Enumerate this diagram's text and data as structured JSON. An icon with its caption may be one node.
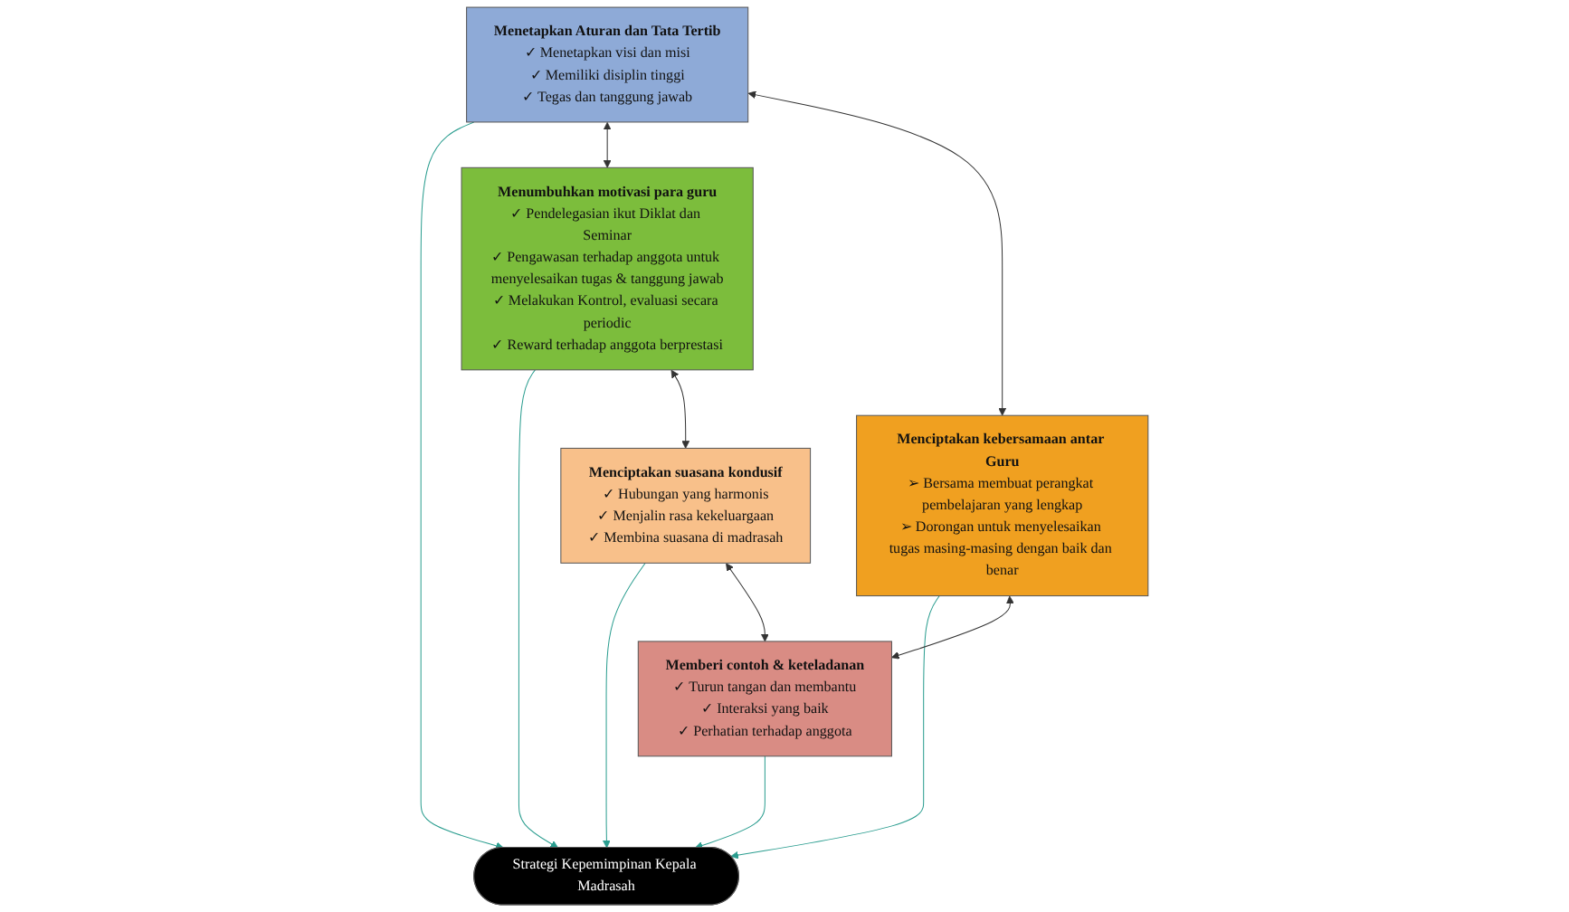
{
  "diagram": {
    "nodes": [
      {
        "text": [
          "Strategi Kepemimpinan Kepala Madrasah"
        ]
      },
      {
        "text": [
          "Menetapkan Aturan dan Tata Tertib",
          "✓ Menetapkan visi dan misi",
          "✓ Memiliki disiplin tinggi",
          "✓ Tegas dan tanggung jawab"
        ]
      },
      {
        "text": [
          "Menumbuhkan motivasi para guru",
          "✓ Pendelegasian ikut Diklat dan Seminar",
          "✓ Pengawasan terhadap anggota untuk menyelesaikan tugas & tanggung jawab",
          "✓ Melakukan Kontrol, evaluasi secara periodic",
          "✓ Reward terhadap anggota berprestasi"
        ]
      },
      {
        "text": [
          "Menciptakan kebersamaan antar Guru",
          "➢ Bersama membuat perangkat pembelajaran yang lengkap",
          "➢ Dorongan untuk menyelesaikan tugas masing-masing dengan baik dan benar"
        ]
      },
      {
        "text": [
          "Menciptakan suasana kondusif",
          "✓ Hubungan yang harmonis",
          "✓ Menjalin rasa kekeluargaan",
          "✓ Membina suasana di madrasah"
        ]
      },
      {
        "text": [
          "Memberi contoh & keteladanan",
          "✓ Turun tangan dan membantu",
          "✓ Interaksi yang baik",
          "✓ Perhatian terhadap anggota"
        ]
      }
    ],
    "edges": [
      {
        "from": 1,
        "to": 0,
        "arrow": "to",
        "color": "#2a9d8f"
      },
      {
        "from": 2,
        "to": 0,
        "arrow": "to",
        "color": "#2a9d8f"
      },
      {
        "from": 3,
        "to": 0,
        "arrow": "to",
        "color": "#2a9d8f"
      },
      {
        "from": 4,
        "to": 0,
        "arrow": "to",
        "color": "#2a9d8f"
      },
      {
        "from": 5,
        "to": 0,
        "arrow": "to",
        "color": "#2a9d8f"
      },
      {
        "from": 1,
        "to": 2,
        "arrow": "both",
        "color": "#333333"
      },
      {
        "from": 1,
        "to": 3,
        "arrow": "both",
        "color": "#333333"
      },
      {
        "from": 2,
        "to": 4,
        "arrow": "both",
        "color": "#333333"
      },
      {
        "from": 3,
        "to": 5,
        "arrow": "both",
        "color": "#333333"
      },
      {
        "from": 4,
        "to": 5,
        "arrow": "both",
        "color": "#333333"
      }
    ]
  }
}
